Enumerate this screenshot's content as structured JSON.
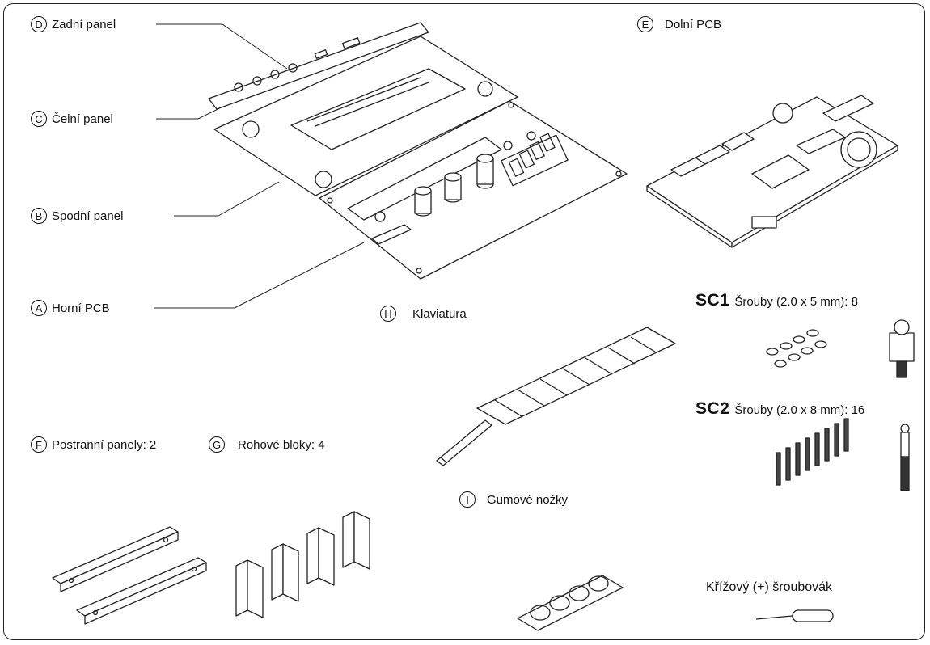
{
  "parts": [
    {
      "id": "D",
      "text": "Zadní panel"
    },
    {
      "id": "C",
      "text": "Čelní panel"
    },
    {
      "id": "B",
      "text": "Spodní panel"
    },
    {
      "id": "A",
      "text": "Horní PCB"
    },
    {
      "id": "E",
      "text": "Dolní PCB"
    },
    {
      "id": "H",
      "text": "Klaviatura"
    },
    {
      "id": "F",
      "text": "Postranní panely: 2"
    },
    {
      "id": "G",
      "text": "Rohové bloky: 4"
    },
    {
      "id": "I",
      "text": "Gumové nožky"
    }
  ],
  "screws": [
    {
      "code": "SC1",
      "text": "Šrouby (2.0 x 5 mm): 8"
    },
    {
      "code": "SC2",
      "text": "Šrouby (2.0 x 8 mm): 16"
    }
  ],
  "tool": {
    "text": "Křížový (+) šroubovák"
  }
}
